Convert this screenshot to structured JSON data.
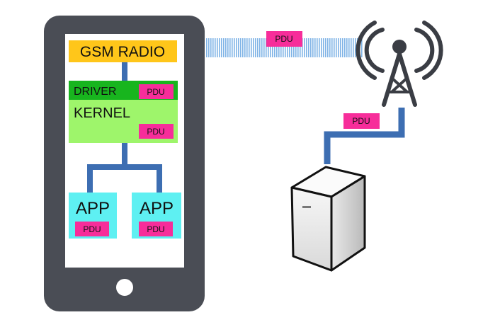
{
  "phone": {
    "radio_label": "GSM RADIO",
    "driver_label": "DRIVER",
    "kernel_label": "KERNEL",
    "app_left_label": "APP",
    "app_right_label": "APP"
  },
  "pdu": {
    "radio_link": "PDU",
    "driver": "PDU",
    "kernel": "PDU",
    "app_left": "PDU",
    "app_right": "PDU",
    "tower_server": "PDU"
  },
  "icons": {
    "tower": "cell-tower-icon",
    "server": "server-icon",
    "home_button": "home-button-icon"
  },
  "colors": {
    "phone_body": "#4a4d55",
    "radio": "#ffc61a",
    "driver": "#18b51e",
    "kernel": "#9ef56b",
    "app": "#5ef0f2",
    "pdu": "#f72d9a",
    "link": "#3d6eb2",
    "radio_wave": "#7fb3e6"
  }
}
